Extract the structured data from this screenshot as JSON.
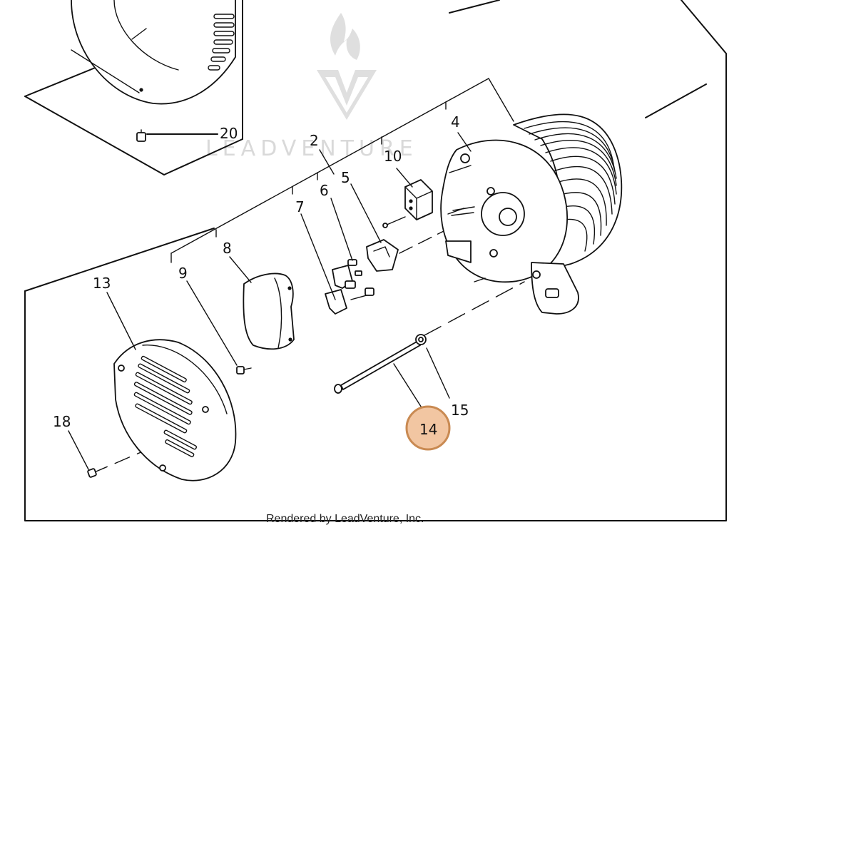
{
  "diagram": {
    "watermark": {
      "logo": "leadventure-flame-v-logo",
      "text": "LEADVENTURE"
    },
    "credit": "Rendered by LeadVenture, Inc.",
    "highlight_color": "#f2c6a2",
    "highlight_stroke": "#c98a52",
    "highlighted_callout": "14",
    "callouts": [
      {
        "id": "c2",
        "label": "2"
      },
      {
        "id": "c4",
        "label": "4"
      },
      {
        "id": "c5",
        "label": "5"
      },
      {
        "id": "c6",
        "label": "6"
      },
      {
        "id": "c7",
        "label": "7"
      },
      {
        "id": "c8",
        "label": "8"
      },
      {
        "id": "c9",
        "label": "9"
      },
      {
        "id": "c10",
        "label": "10"
      },
      {
        "id": "c13",
        "label": "13"
      },
      {
        "id": "c14",
        "label": "14"
      },
      {
        "id": "c15",
        "label": "15"
      },
      {
        "id": "c18",
        "label": "18"
      },
      {
        "id": "c20",
        "label": "20"
      }
    ]
  }
}
